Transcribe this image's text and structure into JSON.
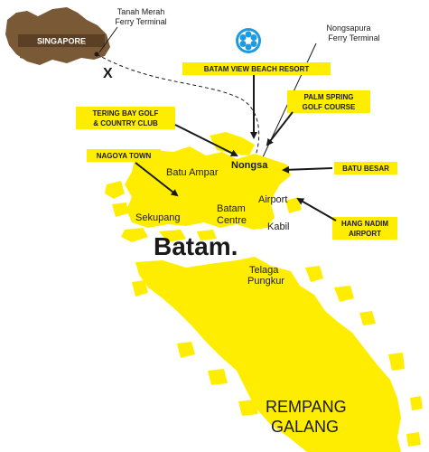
{
  "colors": {
    "land": "#ffed00",
    "singapore": "#7a5a36",
    "text": "#1a1a1a",
    "callout_fill": "#ffed00",
    "logo": "#1e9be0"
  },
  "singapore": {
    "label": "SINGAPORE",
    "mark": "X"
  },
  "ferry_terminals": {
    "tanah_merah": {
      "line1": "Tanah Merah",
      "line2": "Ferry Terminal"
    },
    "nongsapura": {
      "line1": "Nongsapura",
      "line2": "Ferry Terminal"
    }
  },
  "logo_icon": "flower-logo-icon",
  "callouts": {
    "batam_view": {
      "line1": "BATAM VIEW BEACH RESORT"
    },
    "palm_spring": {
      "line1": "PALM SPRING",
      "line2": "GOLF COURSE"
    },
    "tering_bay": {
      "line1": "TERING BAY GOLF",
      "line2": "& COUNTRY CLUB"
    },
    "nagoya": {
      "line1": "NAGOYA TOWN"
    },
    "batu_besar": {
      "line1": "BATU BESAR"
    },
    "hang_nadim": {
      "line1": "HANG NADIM",
      "line2": "AIRPORT"
    }
  },
  "places": {
    "nongsa": "Nongsa",
    "batu_ampar": "Batu Ampar",
    "sekupang": "Sekupang",
    "batam_centre_1": "Batam",
    "batam_centre_2": "Centre",
    "airport": "Airport",
    "kabil": "Kabil",
    "telaga_1": "Telaga",
    "telaga_2": "Pungkur"
  },
  "regions": {
    "batam": "Batam.",
    "rempang": "REMPANG",
    "galang": "GALANG"
  }
}
